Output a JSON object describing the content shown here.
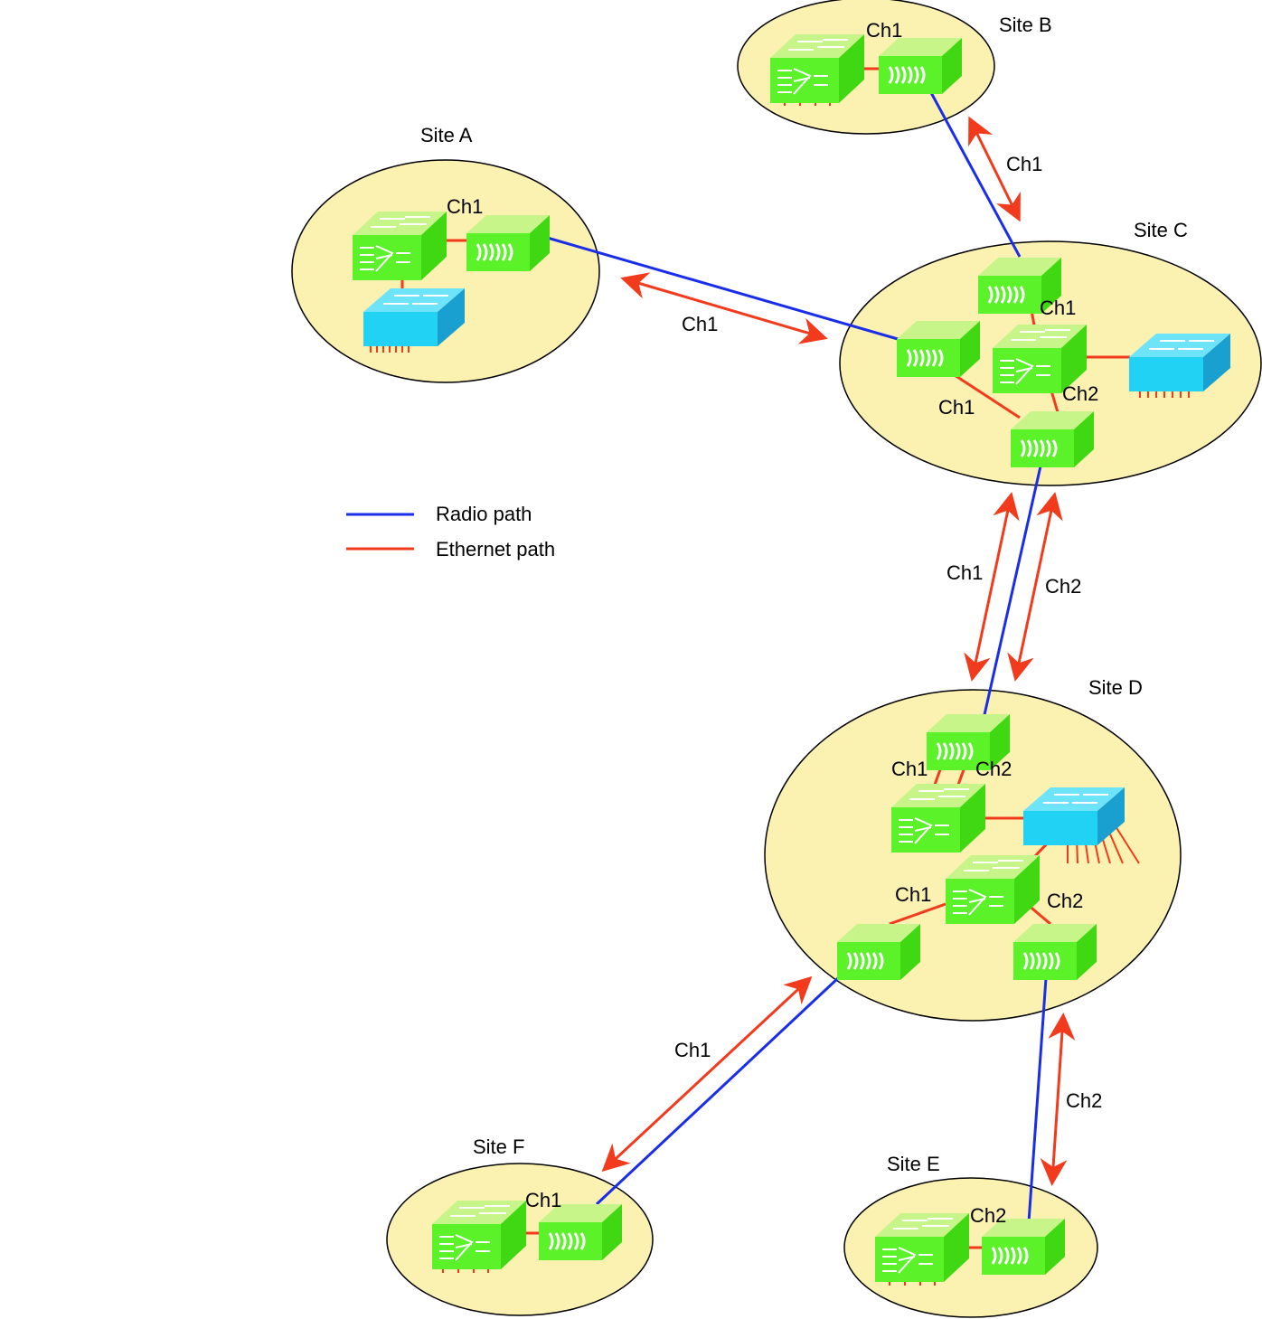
{
  "diagram": {
    "title": "",
    "colors": {
      "radio_path": "#1a2eea",
      "ethernet_path": "#f23a1c",
      "site_fill": "#fbf1b0",
      "radio_unit": "#5cf22a",
      "router": "#5cf22a",
      "lan_switch": "#22d2f5"
    },
    "legend": [
      {
        "label": "Radio path",
        "type": "radio"
      },
      {
        "label": "Ethernet path",
        "type": "ethernet"
      }
    ],
    "sites": [
      {
        "id": "A",
        "label": "Site A",
        "devices": [
          {
            "type": "router"
          },
          {
            "type": "radio-unit",
            "channel": "Ch1"
          },
          {
            "type": "lan-switch"
          }
        ]
      },
      {
        "id": "B",
        "label": "Site B",
        "devices": [
          {
            "type": "router"
          },
          {
            "type": "radio-unit",
            "channel": "Ch1"
          }
        ]
      },
      {
        "id": "C",
        "label": "Site C",
        "devices": [
          {
            "type": "radio-unit",
            "channel": "Ch1"
          },
          {
            "type": "radio-unit",
            "channel": "Ch1"
          },
          {
            "type": "router"
          },
          {
            "type": "lan-switch"
          },
          {
            "type": "radio-unit",
            "channel": "Ch2"
          }
        ]
      },
      {
        "id": "D",
        "label": "Site D",
        "devices": [
          {
            "type": "radio-unit",
            "channel": "Ch1/Ch2"
          },
          {
            "type": "router"
          },
          {
            "type": "lan-switch"
          },
          {
            "type": "router"
          },
          {
            "type": "radio-unit",
            "channel": "Ch1"
          },
          {
            "type": "radio-unit",
            "channel": "Ch2"
          }
        ]
      },
      {
        "id": "E",
        "label": "Site E",
        "devices": [
          {
            "type": "router"
          },
          {
            "type": "radio-unit",
            "channel": "Ch2"
          }
        ]
      },
      {
        "id": "F",
        "label": "Site F",
        "devices": [
          {
            "type": "router"
          },
          {
            "type": "radio-unit",
            "channel": "Ch1"
          }
        ]
      }
    ],
    "internal_labels": {
      "siteA_ch1": "Ch1",
      "siteB_ch1": "Ch1",
      "siteC_ch1_top": "Ch1",
      "siteC_ch1_left": "Ch1",
      "siteC_ch2": "Ch2",
      "siteD_ch1_top": "Ch1",
      "siteD_ch2_top": "Ch2",
      "siteD_ch1_bottom": "Ch1",
      "siteD_ch2_bottom": "Ch2",
      "siteE_ch2": "Ch2",
      "siteF_ch1": "Ch1"
    },
    "links": [
      {
        "from": "Site A",
        "to": "Site C",
        "channel": "Ch1"
      },
      {
        "from": "Site B",
        "to": "Site C",
        "channel": "Ch1"
      },
      {
        "from": "Site C",
        "to": "Site D",
        "channel": "Ch1"
      },
      {
        "from": "Site C",
        "to": "Site D",
        "channel": "Ch2"
      },
      {
        "from": "Site D",
        "to": "Site F",
        "channel": "Ch1"
      },
      {
        "from": "Site D",
        "to": "Site E",
        "channel": "Ch2"
      }
    ]
  }
}
